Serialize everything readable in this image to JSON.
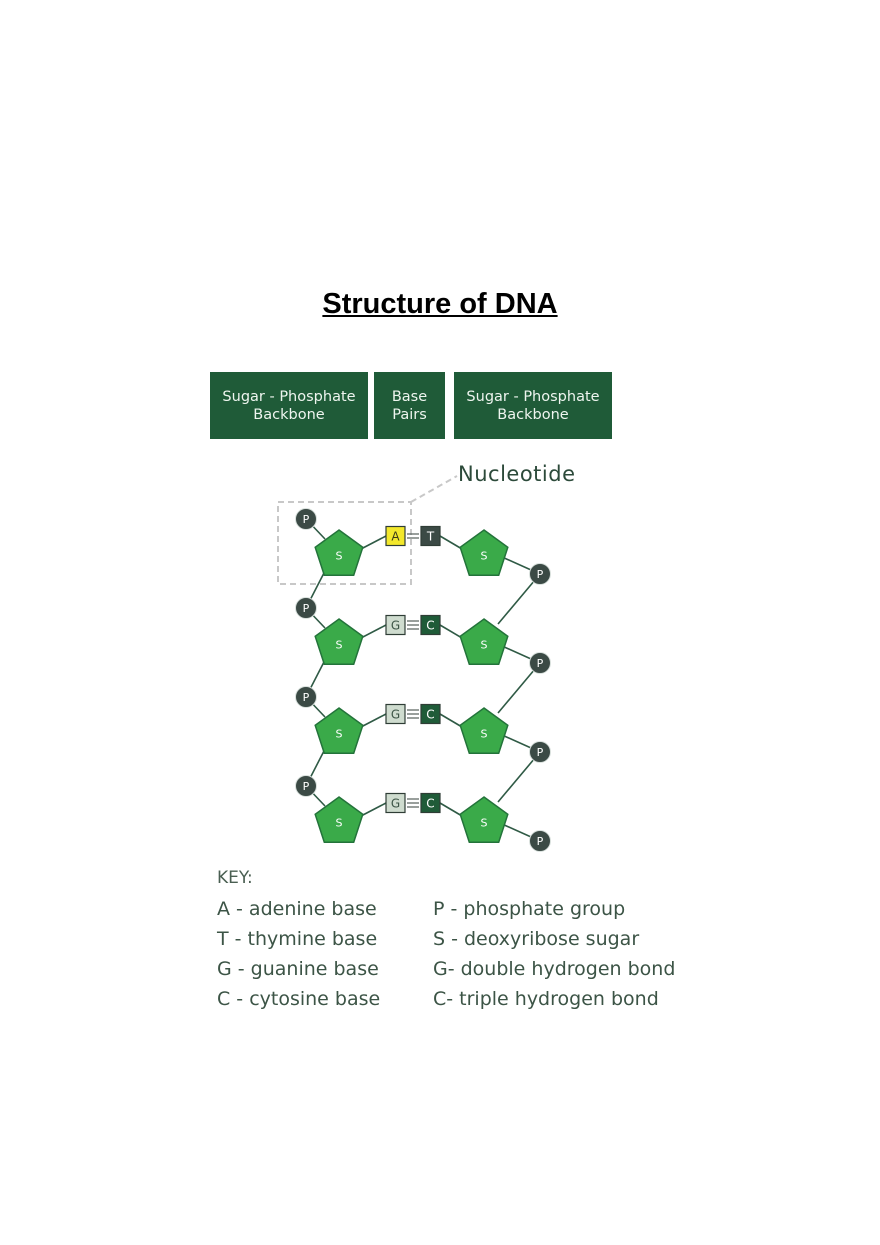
{
  "title": "Structure of DNA",
  "headers": {
    "left": "Sugar - Phosphate\nBackbone",
    "middle": "Base\nPairs",
    "right": "Sugar - Phosphate\nBackbone"
  },
  "nucleotide_label": "Nucleotide",
  "node_labels": {
    "phosphate": "P",
    "sugar": "S"
  },
  "base_pairs": [
    {
      "left": "A",
      "right": "T",
      "bonds": 2
    },
    {
      "left": "G",
      "right": "C",
      "bonds": 3
    },
    {
      "left": "G",
      "right": "C",
      "bonds": 3
    },
    {
      "left": "G",
      "right": "C",
      "bonds": 3
    }
  ],
  "key": {
    "title": "KEY:",
    "left": [
      "A - adenine base",
      "T - thymine base",
      "G - guanine base",
      "C - cytosine base"
    ],
    "right": [
      "P - phosphate group",
      "S - deoxyribose sugar",
      "G- double hydrogen bond",
      "C- triple hydrogen bond"
    ]
  },
  "colors": {
    "header_bg": "#1f5b38",
    "sugar_fill": "#3aaa49",
    "sugar_stroke": "#23733a",
    "phosphate_fill": "#3b4a45",
    "adenine_fill": "#f3e82c",
    "guanine_fill": "#cfdccf",
    "thymine_fill": "#3b4a45",
    "cytosine_fill": "#1f5b38",
    "line": "#2f5a45",
    "dashed": "#c8c8c8"
  }
}
